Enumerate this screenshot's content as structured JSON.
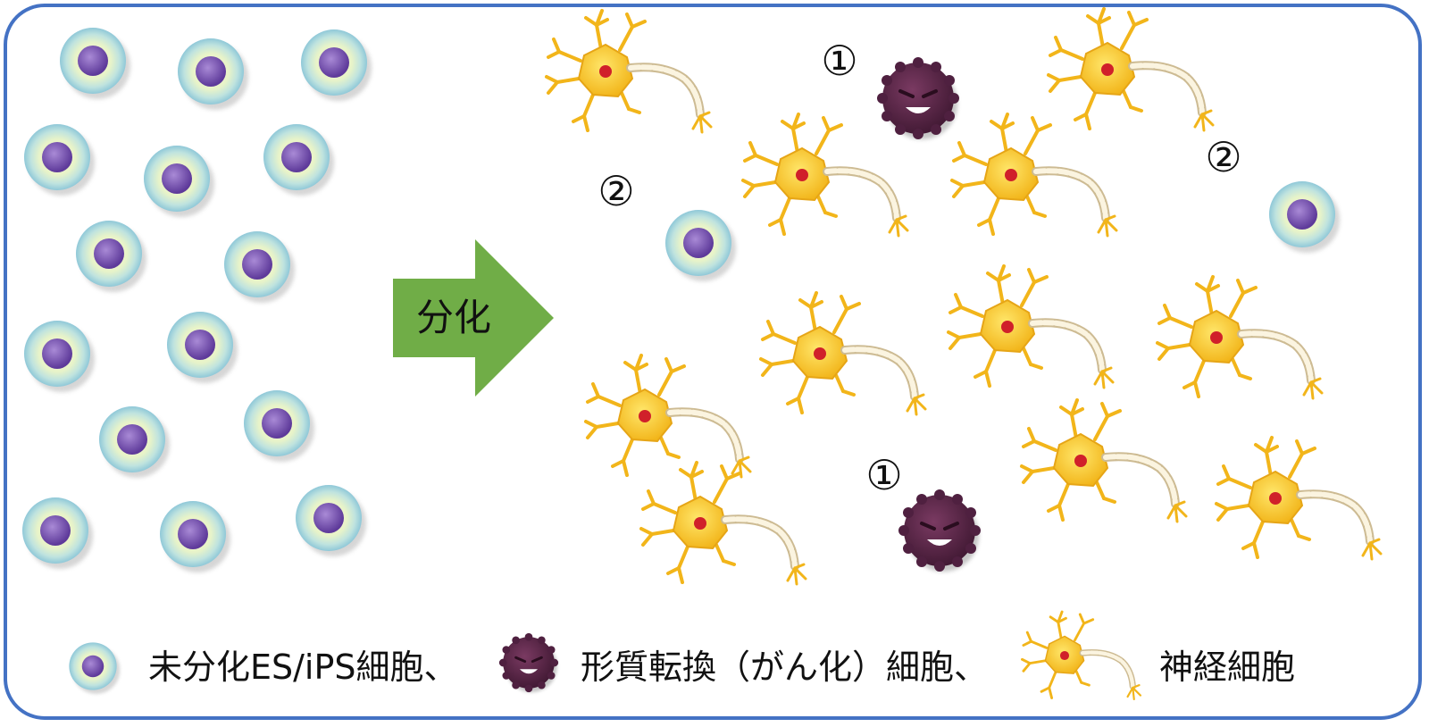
{
  "arrow": {
    "label": "分化",
    "color": "#70ad47"
  },
  "markers": {
    "one": "①",
    "two": "②"
  },
  "legend": {
    "stem": "未分化ES/iPS細胞、",
    "cancer": "形質転換（がん化）細胞、",
    "neuron": "神経細胞"
  },
  "colors": {
    "frame": "#4472c4",
    "nucleus": "#7b4fb0",
    "neuron_body": "#f2c31b",
    "neuron_nucleus": "#d0202a",
    "cancer_cell": "#5a2746"
  }
}
